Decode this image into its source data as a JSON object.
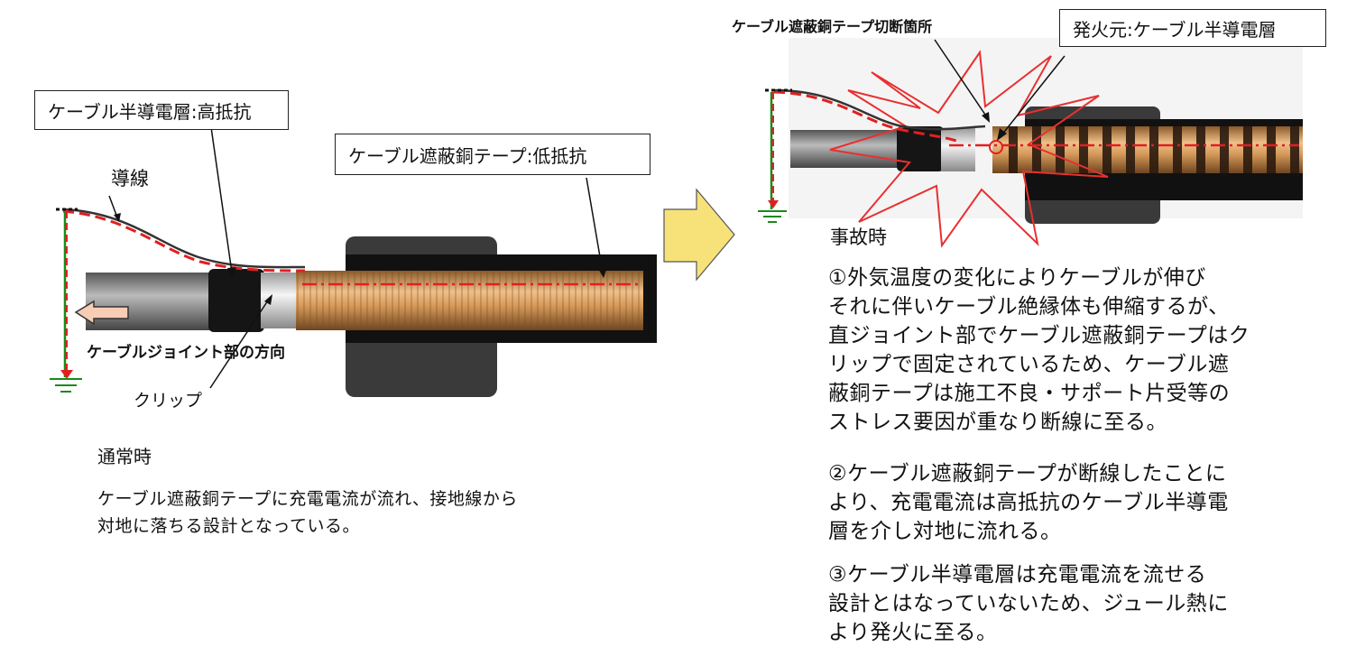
{
  "left": {
    "semi_layer_box": "ケーブル半導電層:高抵抗",
    "copper_tape_box": "ケーブル遮蔽銅テープ:低抵抗",
    "conductor_label": "導線",
    "direction_label": "ケーブルジョイント部の方向",
    "clip_label": "クリップ",
    "title": "通常時",
    "desc": [
      "ケーブル遮蔽銅テープに充電電流が流れ、接地線から",
      "対地に落ちる設計となっている。"
    ]
  },
  "right": {
    "cut_label": "ケーブル遮蔽銅テープ切断箇所",
    "fire_box": "発火元:ケーブル半導電層",
    "title": "事故時",
    "item1": [
      "①外気温度の変化によりケーブルが伸び",
      "それに伴いケーブル絶縁体も伸縮するが、",
      "直ジョイント部でケーブル遮蔽銅テープはク",
      "リップで固定されているため、ケーブル遮",
      "蔽銅テープは施工不良・サポート片受等の",
      "ストレス要因が重なり断線に至る。"
    ],
    "item2": [
      "②ケーブル遮蔽銅テープが断線したことに",
      "より、充電電流は高抵抗のケーブル半導電",
      "層を介し対地に流れる。"
    ],
    "item3": [
      "③ケーブル半導電層は充電電流を流せる",
      "設計とはなっていないため、ジュール熱に",
      "より発火に至る。"
    ]
  },
  "colors": {
    "current": "#e02020",
    "ground": "#1a8a1a",
    "copper": "#c98a45",
    "arrow": "#f7e27a",
    "burst": "#e83030"
  }
}
